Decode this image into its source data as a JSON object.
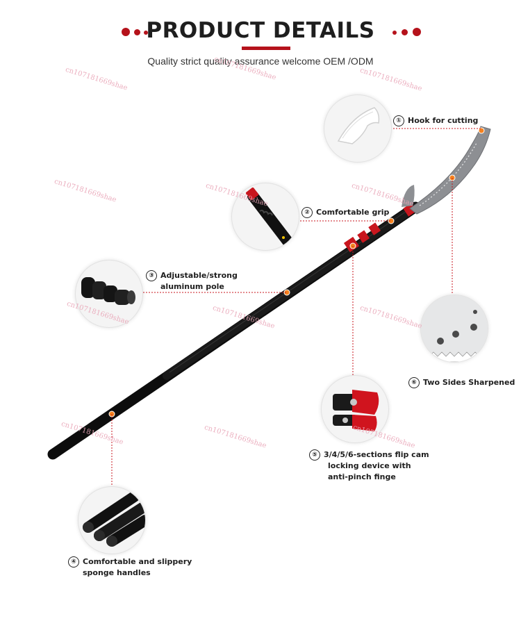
{
  "header": {
    "title": "PRODUCT DETAILS",
    "subtitle": "Quality strict quality assurance welcome OEM /ODM"
  },
  "colors": {
    "accent": "#b5121b",
    "marker": "#f5821f",
    "pole": "#111111"
  },
  "watermark_text": "cn107181669shae",
  "features": [
    {
      "num": "①",
      "lines": [
        "Hook for cutting"
      ]
    },
    {
      "num": "②",
      "lines": [
        "Comfortable grip"
      ]
    },
    {
      "num": "③",
      "lines": [
        "Adjustable/strong",
        "aluminum pole"
      ]
    },
    {
      "num": "④",
      "lines": [
        "Comfortable and slippery",
        "sponge handles"
      ]
    },
    {
      "num": "⑤",
      "lines": [
        "3/4/5/6-sections flip cam",
        "locking device with",
        "anti-pinch finge"
      ]
    },
    {
      "num": "⑥",
      "lines": [
        "Two Sides Sharpened"
      ]
    }
  ],
  "icons": [
    "hook-blade-icon",
    "grip-handle-icon",
    "telescopic-pole-icon",
    "sponge-handles-icon",
    "flip-cam-lock-icon",
    "serrated-blade-icon"
  ]
}
